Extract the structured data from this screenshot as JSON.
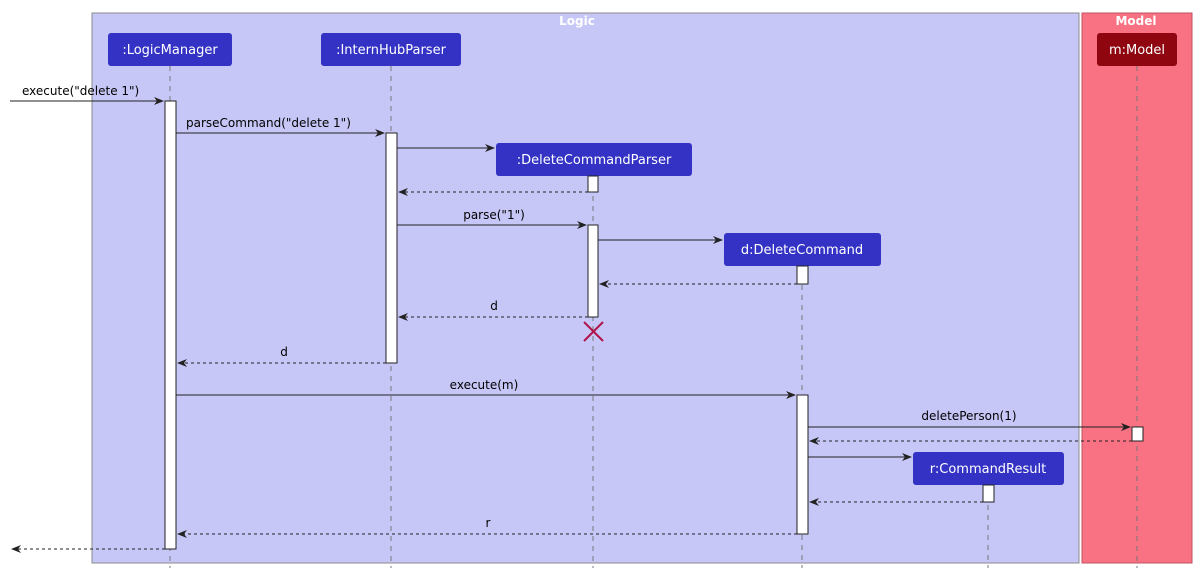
{
  "groups": {
    "logic": "Logic",
    "model": "Model"
  },
  "participants": {
    "logic_manager": ":LogicManager",
    "parser": ":InternHubParser",
    "delete_parser": ":DeleteCommandParser",
    "delete_command": "d:DeleteCommand",
    "command_result": "r:CommandResult",
    "model": "m:Model"
  },
  "messages": {
    "execute_delete": "execute(\"delete 1\")",
    "parse_command": "parseCommand(\"delete 1\")",
    "parse": "parse(\"1\")",
    "return_d_parser": "d",
    "return_d_manager": "d",
    "execute_m": "execute(m)",
    "delete_person": "deletePerson(1)",
    "return_r": "r"
  },
  "colors": {
    "logic_background": "#c7c7f7",
    "model_background": "#f87283",
    "logic_box": "#3332c4",
    "model_box": "#8f0510",
    "destroy_mark": "#b0154a"
  }
}
